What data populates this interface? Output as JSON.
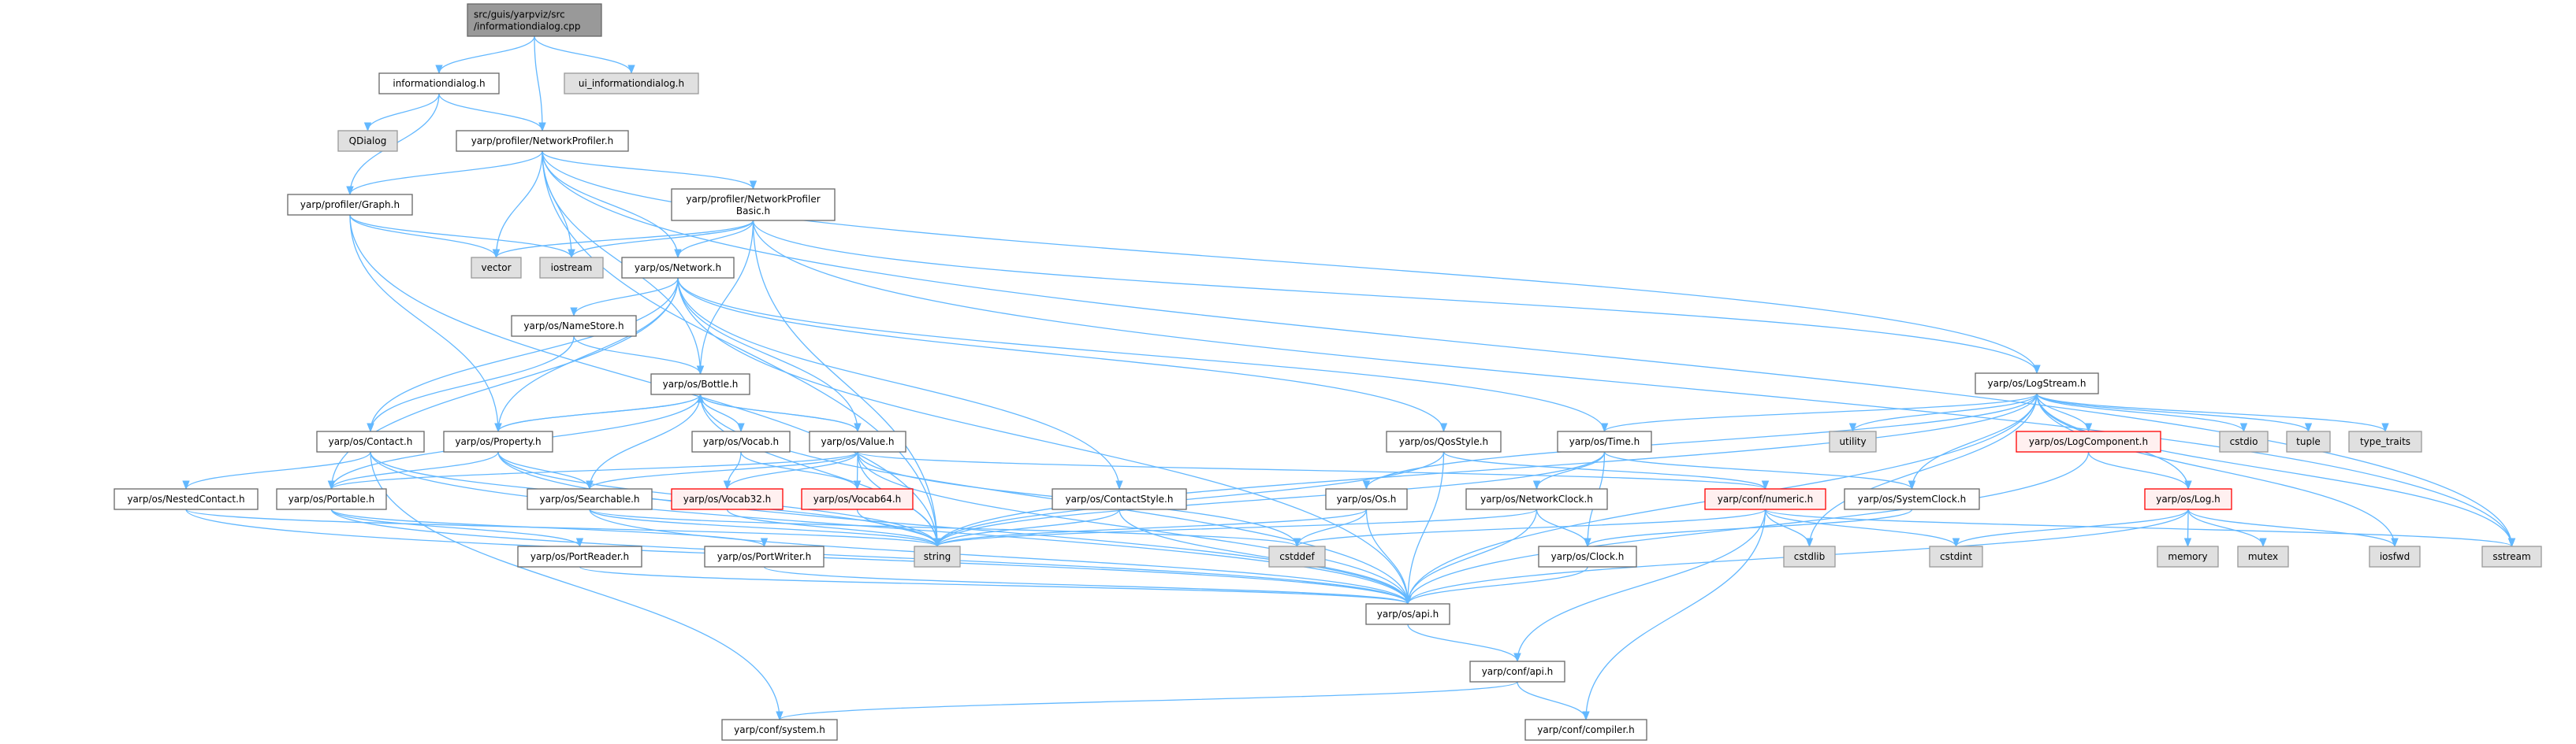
{
  "graph": {
    "edge_color": "#63b8ff",
    "nodes": [
      {
        "id": "root",
        "label": "src/guis/yarpviz/src",
        "label2": "/informationdialog.cpp",
        "kind": "root"
      },
      {
        "id": "infodlg",
        "label": "informationdialog.h",
        "kind": "normal"
      },
      {
        "id": "uiinfo",
        "label": "ui_informationdialog.h",
        "kind": "external"
      },
      {
        "id": "qdialog",
        "label": "QDialog",
        "kind": "external"
      },
      {
        "id": "netprof",
        "label": "yarp/profiler/NetworkProfiler.h",
        "kind": "normal"
      },
      {
        "id": "graph",
        "label": "yarp/profiler/Graph.h",
        "kind": "normal"
      },
      {
        "id": "npbasic",
        "label": "yarp/profiler/NetworkProfiler",
        "label2": "Basic.h",
        "kind": "normal"
      },
      {
        "id": "vector",
        "label": "vector",
        "kind": "external"
      },
      {
        "id": "iostream",
        "label": "iostream",
        "kind": "external"
      },
      {
        "id": "network",
        "label": "yarp/os/Network.h",
        "kind": "normal"
      },
      {
        "id": "namestore",
        "label": "yarp/os/NameStore.h",
        "kind": "normal"
      },
      {
        "id": "bottle",
        "label": "yarp/os/Bottle.h",
        "kind": "normal"
      },
      {
        "id": "contact",
        "label": "yarp/os/Contact.h",
        "kind": "normal"
      },
      {
        "id": "property",
        "label": "yarp/os/Property.h",
        "kind": "normal"
      },
      {
        "id": "vocab",
        "label": "yarp/os/Vocab.h",
        "kind": "normal"
      },
      {
        "id": "value",
        "label": "yarp/os/Value.h",
        "kind": "normal"
      },
      {
        "id": "nested",
        "label": "yarp/os/NestedContact.h",
        "kind": "normal"
      },
      {
        "id": "portable",
        "label": "yarp/os/Portable.h",
        "kind": "normal"
      },
      {
        "id": "searchable",
        "label": "yarp/os/Searchable.h",
        "kind": "normal"
      },
      {
        "id": "vocab32",
        "label": "yarp/os/Vocab32.h",
        "kind": "incomplete"
      },
      {
        "id": "vocab64",
        "label": "yarp/os/Vocab64.h",
        "kind": "incomplete"
      },
      {
        "id": "portreader",
        "label": "yarp/os/PortReader.h",
        "kind": "normal"
      },
      {
        "id": "portwriter",
        "label": "yarp/os/PortWriter.h",
        "kind": "normal"
      },
      {
        "id": "string",
        "label": "string",
        "kind": "external"
      },
      {
        "id": "cstddef",
        "label": "cstddef",
        "kind": "external"
      },
      {
        "id": "contactstyle",
        "label": "yarp/os/ContactStyle.h",
        "kind": "normal"
      },
      {
        "id": "qosstyle",
        "label": "yarp/os/QosStyle.h",
        "kind": "normal"
      },
      {
        "id": "time",
        "label": "yarp/os/Time.h",
        "kind": "normal"
      },
      {
        "id": "os",
        "label": "yarp/os/Os.h",
        "kind": "normal"
      },
      {
        "id": "netclock",
        "label": "yarp/os/NetworkClock.h",
        "kind": "normal"
      },
      {
        "id": "numeric",
        "label": "yarp/conf/numeric.h",
        "kind": "incomplete"
      },
      {
        "id": "clock",
        "label": "yarp/os/Clock.h",
        "kind": "normal"
      },
      {
        "id": "osapi",
        "label": "yarp/os/api.h",
        "kind": "normal"
      },
      {
        "id": "confapi",
        "label": "yarp/conf/api.h",
        "kind": "normal"
      },
      {
        "id": "compiler",
        "label": "yarp/conf/compiler.h",
        "kind": "normal"
      },
      {
        "id": "system",
        "label": "yarp/conf/system.h",
        "kind": "normal"
      },
      {
        "id": "logstream",
        "label": "yarp/os/LogStream.h",
        "kind": "normal"
      },
      {
        "id": "utility",
        "label": "utility",
        "kind": "external"
      },
      {
        "id": "logcomp",
        "label": "yarp/os/LogComponent.h",
        "kind": "incomplete"
      },
      {
        "id": "cstdio",
        "label": "cstdio",
        "kind": "external"
      },
      {
        "id": "tuple",
        "label": "tuple",
        "kind": "external"
      },
      {
        "id": "typetraits",
        "label": "type_traits",
        "kind": "external"
      },
      {
        "id": "sysclock",
        "label": "yarp/os/SystemClock.h",
        "kind": "normal"
      },
      {
        "id": "log",
        "label": "yarp/os/Log.h",
        "kind": "incomplete"
      },
      {
        "id": "cstdlib",
        "label": "cstdlib",
        "kind": "external"
      },
      {
        "id": "cstdint",
        "label": "cstdint",
        "kind": "external"
      },
      {
        "id": "memory",
        "label": "memory",
        "kind": "external"
      },
      {
        "id": "mutex",
        "label": "mutex",
        "kind": "external"
      },
      {
        "id": "iosfwd",
        "label": "iosfwd",
        "kind": "external"
      },
      {
        "id": "sstream",
        "label": "sstream",
        "kind": "external"
      }
    ],
    "edges": [
      [
        "root",
        "infodlg"
      ],
      [
        "root",
        "netprof"
      ],
      [
        "root",
        "uiinfo"
      ],
      [
        "infodlg",
        "qdialog"
      ],
      [
        "infodlg",
        "netprof"
      ],
      [
        "infodlg",
        "graph"
      ],
      [
        "netprof",
        "graph"
      ],
      [
        "netprof",
        "npbasic"
      ],
      [
        "netprof",
        "vector"
      ],
      [
        "netprof",
        "iostream"
      ],
      [
        "netprof",
        "network"
      ],
      [
        "netprof",
        "bottle"
      ],
      [
        "netprof",
        "logstream"
      ],
      [
        "netprof",
        "sstream"
      ],
      [
        "netprof",
        "string"
      ],
      [
        "graph",
        "vector"
      ],
      [
        "graph",
        "iostream"
      ],
      [
        "graph",
        "property"
      ],
      [
        "graph",
        "string"
      ],
      [
        "npbasic",
        "vector"
      ],
      [
        "npbasic",
        "iostream"
      ],
      [
        "npbasic",
        "network"
      ],
      [
        "npbasic",
        "bottle"
      ],
      [
        "npbasic",
        "string"
      ],
      [
        "npbasic",
        "logstream"
      ],
      [
        "npbasic",
        "sstream"
      ],
      [
        "network",
        "namestore"
      ],
      [
        "network",
        "contact"
      ],
      [
        "network",
        "property"
      ],
      [
        "network",
        "portable"
      ],
      [
        "network",
        "value"
      ],
      [
        "network",
        "contactstyle"
      ],
      [
        "network",
        "qosstyle"
      ],
      [
        "network",
        "time"
      ],
      [
        "network",
        "osapi"
      ],
      [
        "namestore",
        "bottle"
      ],
      [
        "namestore",
        "contact"
      ],
      [
        "bottle",
        "property"
      ],
      [
        "bottle",
        "portable"
      ],
      [
        "bottle",
        "searchable"
      ],
      [
        "bottle",
        "vocab"
      ],
      [
        "bottle",
        "value"
      ],
      [
        "bottle",
        "string"
      ],
      [
        "bottle",
        "osapi"
      ],
      [
        "property",
        "bottle"
      ],
      [
        "property",
        "portable"
      ],
      [
        "property",
        "searchable"
      ],
      [
        "property",
        "string"
      ],
      [
        "property",
        "osapi"
      ],
      [
        "value",
        "bottle"
      ],
      [
        "value",
        "searchable"
      ],
      [
        "value",
        "portable"
      ],
      [
        "value",
        "vocab32"
      ],
      [
        "value",
        "vocab64"
      ],
      [
        "value",
        "string"
      ],
      [
        "value",
        "numeric"
      ],
      [
        "value",
        "cstddef"
      ],
      [
        "value",
        "osapi"
      ],
      [
        "contact",
        "nested"
      ],
      [
        "contact",
        "string"
      ],
      [
        "contact",
        "osapi"
      ],
      [
        "contact",
        "system"
      ],
      [
        "vocab",
        "vocab32"
      ],
      [
        "vocab",
        "vocab64"
      ],
      [
        "nested",
        "string"
      ],
      [
        "nested",
        "osapi"
      ],
      [
        "portable",
        "portreader"
      ],
      [
        "portable",
        "portwriter"
      ],
      [
        "portable",
        "osapi"
      ],
      [
        "searchable",
        "string"
      ],
      [
        "searchable",
        "osapi"
      ],
      [
        "searchable",
        "cstddef"
      ],
      [
        "vocab32",
        "string"
      ],
      [
        "vocab64",
        "string"
      ],
      [
        "portreader",
        "osapi"
      ],
      [
        "portwriter",
        "osapi"
      ],
      [
        "contactstyle",
        "string"
      ],
      [
        "contactstyle",
        "osapi"
      ],
      [
        "qosstyle",
        "string"
      ],
      [
        "qosstyle",
        "osapi"
      ],
      [
        "qosstyle",
        "numeric"
      ],
      [
        "os",
        "string"
      ],
      [
        "os",
        "cstddef"
      ],
      [
        "os",
        "osapi"
      ],
      [
        "time",
        "netclock"
      ],
      [
        "time",
        "clock"
      ],
      [
        "time",
        "sysclock"
      ],
      [
        "time",
        "string"
      ],
      [
        "netclock",
        "string"
      ],
      [
        "netclock",
        "clock"
      ],
      [
        "netclock",
        "osapi"
      ],
      [
        "numeric",
        "cstddef"
      ],
      [
        "numeric",
        "cstdlib"
      ],
      [
        "numeric",
        "cstdint"
      ],
      [
        "numeric",
        "sstream"
      ],
      [
        "numeric",
        "confapi"
      ],
      [
        "numeric",
        "compiler"
      ],
      [
        "sysclock",
        "clock"
      ],
      [
        "clock",
        "osapi"
      ],
      [
        "osapi",
        "confapi"
      ],
      [
        "confapi",
        "system"
      ],
      [
        "confapi",
        "compiler"
      ],
      [
        "logstream",
        "utility"
      ],
      [
        "logstream",
        "logcomp"
      ],
      [
        "logstream",
        "cstdio"
      ],
      [
        "logstream",
        "tuple"
      ],
      [
        "logstream",
        "typetraits"
      ],
      [
        "logstream",
        "sysclock"
      ],
      [
        "logstream",
        "log"
      ],
      [
        "logstream",
        "iosfwd"
      ],
      [
        "logstream",
        "sstream"
      ],
      [
        "logstream",
        "cstdlib"
      ],
      [
        "logstream",
        "osapi"
      ],
      [
        "logstream",
        "string"
      ],
      [
        "logstream",
        "os"
      ],
      [
        "logstream",
        "time"
      ],
      [
        "logcomp",
        "log"
      ],
      [
        "logcomp",
        "osapi"
      ],
      [
        "log",
        "cstdint"
      ],
      [
        "log",
        "memory"
      ],
      [
        "log",
        "mutex"
      ],
      [
        "log",
        "iosfwd"
      ],
      [
        "log",
        "osapi"
      ]
    ]
  }
}
